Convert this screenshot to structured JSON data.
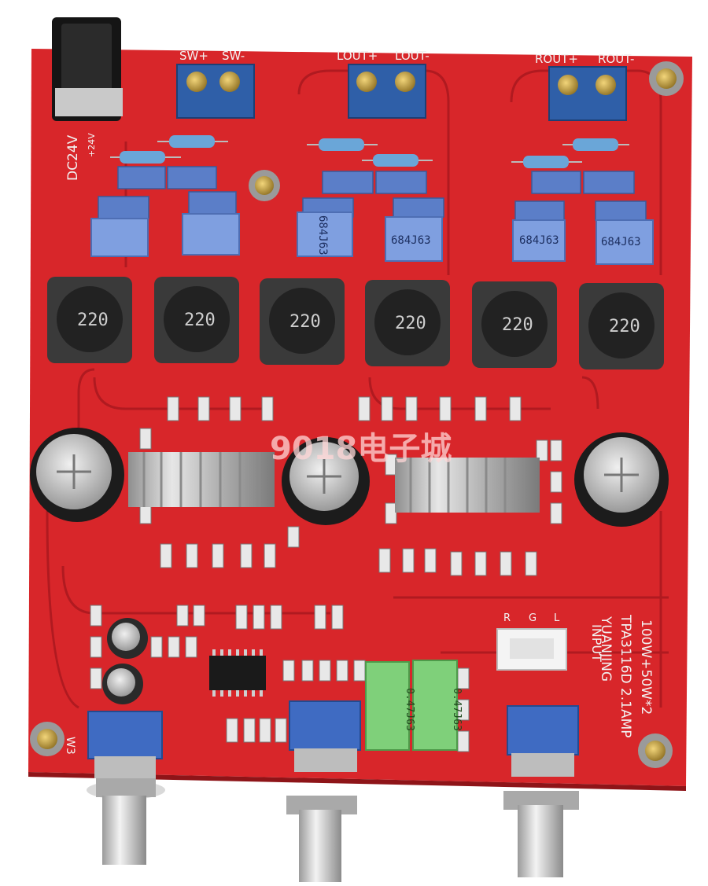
{
  "board": {
    "model": "TPA3116D 2.1AMP",
    "power_rating": "100W+50W*2",
    "brand": "YUANJING",
    "input_label": "INPUT",
    "input_pins": [
      "R",
      "G",
      "L"
    ],
    "supply": "DC24V",
    "supply_pin": "+24V",
    "pot_label": "W3"
  },
  "terminals": [
    {
      "plus": "SW+",
      "minus": "SW-"
    },
    {
      "plus": "LOUT+",
      "minus": "LOUT-"
    },
    {
      "plus": "ROUT+",
      "minus": "ROUT-"
    }
  ],
  "capacitor_labels": {
    "big_left": [
      "684J63",
      "684J63"
    ],
    "big_right": [
      "684J63",
      "684J63"
    ],
    "green": [
      "0.47J63",
      "0.47J63"
    ]
  },
  "inductor_label": "220",
  "watermark": "9018电子城",
  "colors": {
    "pcb": "#d8262a",
    "pcb_dark": "#b51d22",
    "terminal_blue": "#2f5fa8",
    "cap_blue": "#5b7ec8",
    "inductor": "#3a3a3a",
    "heatsink": "#c9c9c9",
    "pot_blue": "#3f6bc2",
    "green_cap": "#7fd07a"
  }
}
